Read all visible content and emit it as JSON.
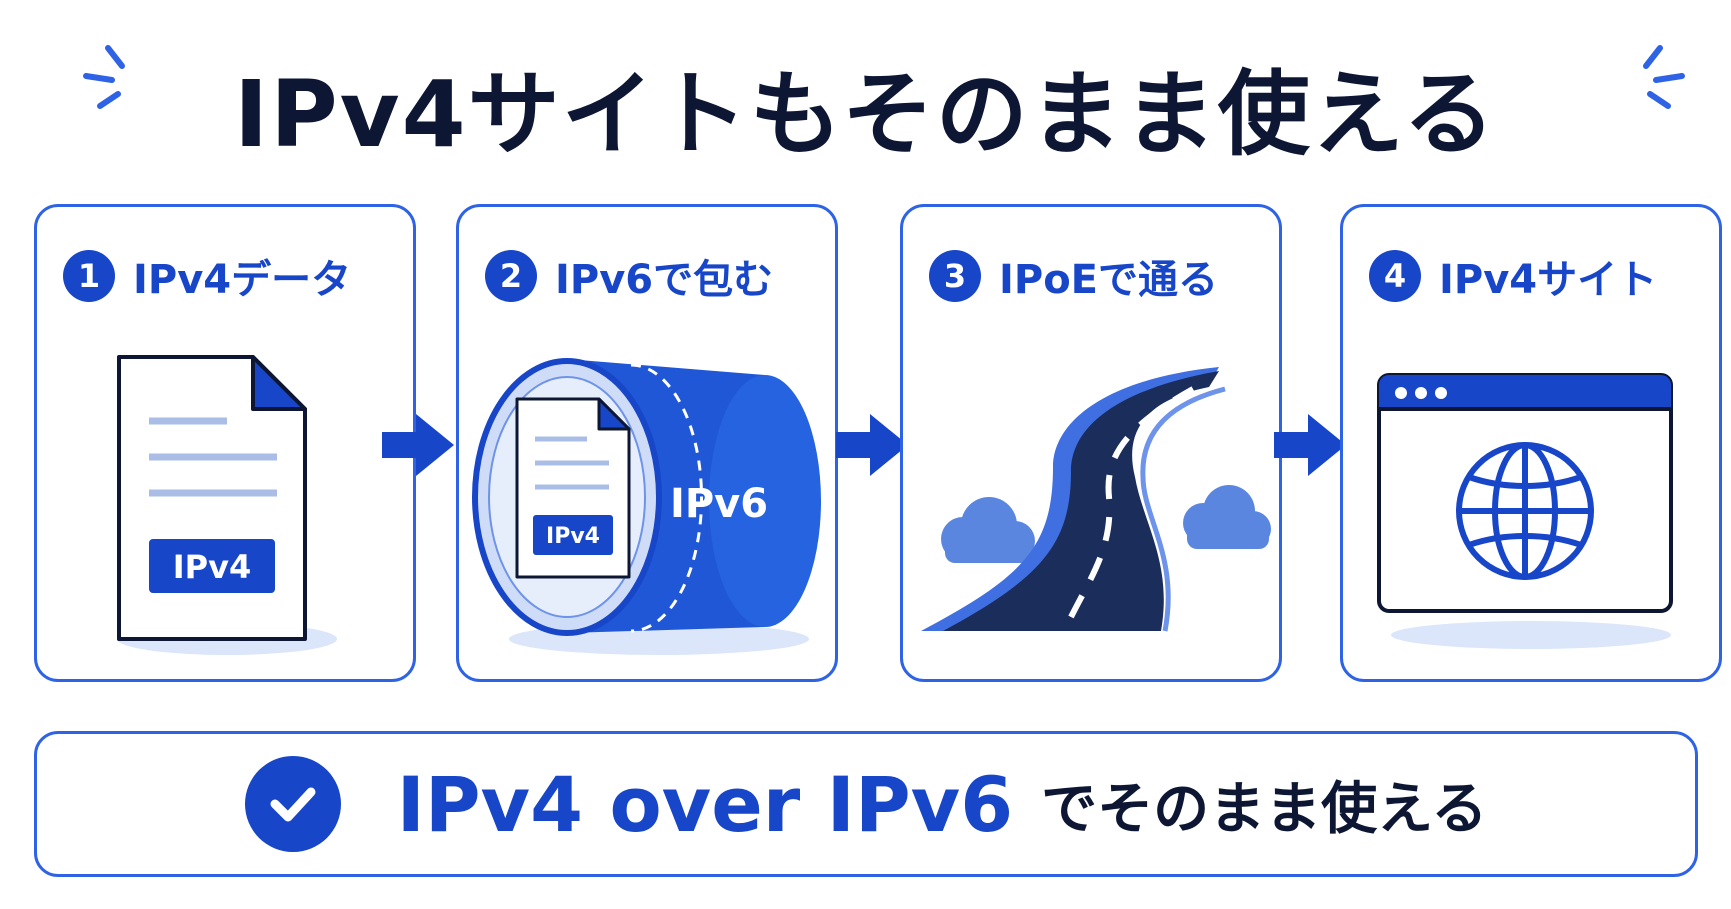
{
  "title": "IPv4サイトもそのまま使える",
  "steps": [
    {
      "number": "1",
      "label": "IPv4データ",
      "doc_tag": "IPv4"
    },
    {
      "number": "2",
      "label": "IPv6で包む",
      "doc_tag": "IPv4",
      "tunnel_tag": "IPv6"
    },
    {
      "number": "3",
      "label": "IPoEで通る"
    },
    {
      "number": "4",
      "label": "IPv4サイト"
    }
  ],
  "banner": {
    "strong": "IPv4 over IPv6",
    "rest": "でそのまま使える"
  },
  "colors": {
    "accent": "#1846c9",
    "border": "#2f63e6",
    "title": "#0d1733",
    "road": "#1b2d5b",
    "light": "#dbe6fb"
  },
  "icons": [
    "document-icon",
    "tunnel-icon",
    "road-icon",
    "browser-globe-icon",
    "arrow-right-icon",
    "check-icon"
  ]
}
